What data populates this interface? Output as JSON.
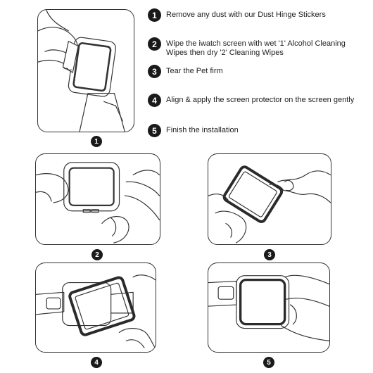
{
  "steps": [
    {
      "num": "1",
      "text": "Remove any dust with our Dust Hinge Stickers"
    },
    {
      "num": "2",
      "text": "Wipe the iwatch screen with wet '1' Alcohol Cleaning Wipes then dry '2' Cleaning Wipes"
    },
    {
      "num": "3",
      "text": "Tear the Pet firm"
    },
    {
      "num": "4",
      "text": "Align & apply the screen protector on the screen gently"
    },
    {
      "num": "5",
      "text": "Finish the installation"
    }
  ],
  "panels": [
    {
      "num": "1"
    },
    {
      "num": "2"
    },
    {
      "num": "3"
    },
    {
      "num": "4"
    },
    {
      "num": "5"
    }
  ]
}
